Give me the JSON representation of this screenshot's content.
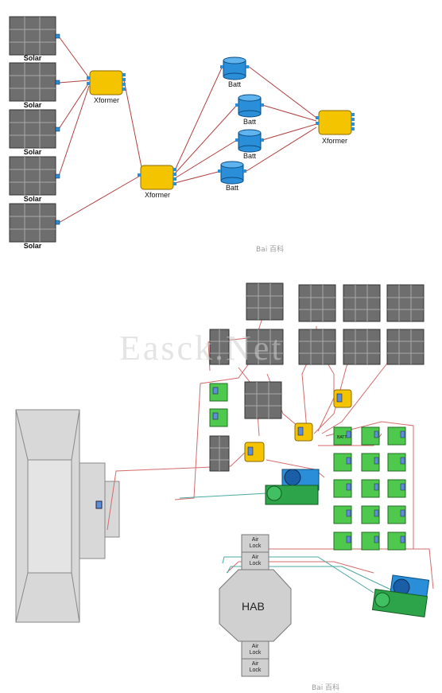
{
  "labels": {
    "solar": "Solar",
    "xformer": "Xformer",
    "batt": "Batt",
    "batt_small": "BATT",
    "hab": "HAB",
    "air": "Air",
    "lock": "Lock"
  },
  "watermarks": {
    "big": "Easck.Net",
    "top": "Bai 百科",
    "bottom": "Bai 百科"
  },
  "colors": {
    "solar_panel": "#6e6e6e",
    "xformer": "#f5c400",
    "battery": "#2a8fd8",
    "green_box": "#4ec94e",
    "wire_red": "#d05050",
    "wire_teal": "#4aa8a0",
    "structure_gray": "#d8d8d8"
  }
}
